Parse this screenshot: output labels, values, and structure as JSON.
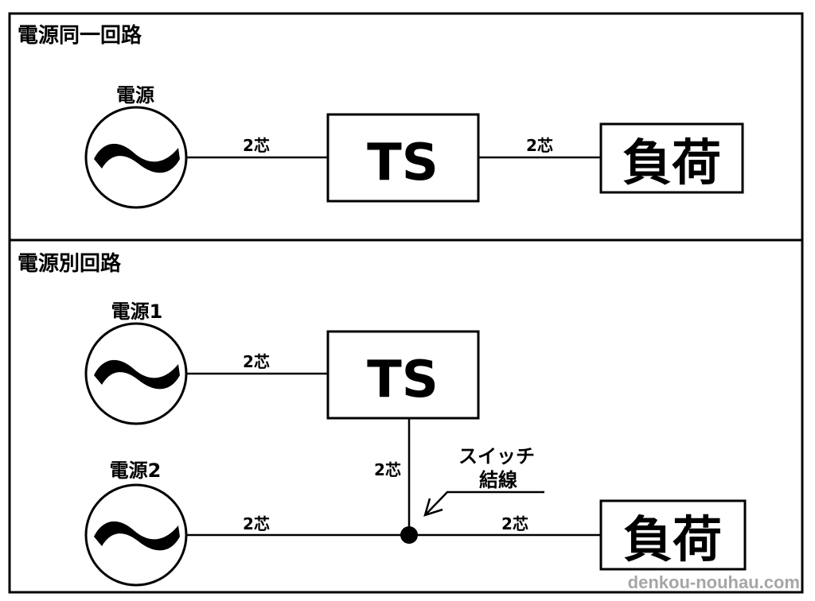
{
  "colors": {
    "line": "#000000",
    "background": "#ffffff",
    "watermark": "#a6a6a6"
  },
  "panel_top": {
    "title": "電源同一回路",
    "source_label": "電源",
    "source_symbol": "~",
    "cable_source_to_ts": "2芯",
    "ts_label": "TS",
    "cable_ts_to_load": "2芯",
    "load_label": "負荷"
  },
  "panel_bottom": {
    "title": "電源別回路",
    "source1_label": "電源1",
    "source2_label": "電源2",
    "source_symbol": "~",
    "cable_source1_to_ts": "2芯",
    "ts_label": "TS",
    "cable_ts_to_junction": "2芯",
    "cable_source2_to_junction": "2芯",
    "cable_junction_to_load": "2芯",
    "annotation_line1": "スイッチ",
    "annotation_line2": "結線",
    "load_label": "負荷"
  },
  "watermark": "denkou-nouhau.com"
}
